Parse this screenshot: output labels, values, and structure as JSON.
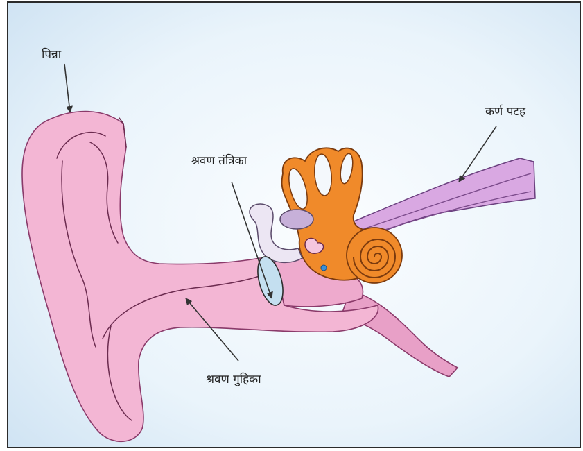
{
  "labels": {
    "pinna": "पिन्ना",
    "karn_patah": "कर्ण पटह",
    "shravan_tantrika": "श्रवण तंत्रिका",
    "shravan_guhika": "श्रवण गुहिका"
  },
  "colors": {
    "outer_ear": "#f3b6d4",
    "middle_ear": "#eeaacd",
    "tube": "#e8a0c7",
    "bony_labyrinth": "#f08a2a",
    "nerve": "#d9a8e2",
    "ossicle": "#ece6f3",
    "ossicle_blob": "#c7b0d9",
    "eardrum": "#c4dff0",
    "hole": "#f4f8fc",
    "dot": "#3a90d8"
  }
}
